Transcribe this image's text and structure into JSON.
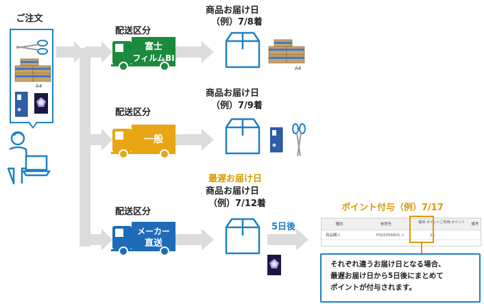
{
  "order": {
    "title": "ご注文",
    "a4_label": "A4"
  },
  "routes": [
    {
      "section_label": "配送区分",
      "truck_line1": "富士",
      "truck_line2": "フィルムBI",
      "color": "#1a8a3c",
      "delivery_title": "商品お届け日",
      "delivery_example": "（例）7/8着",
      "item_label": "A4"
    },
    {
      "section_label": "配送区分",
      "truck_line1": "一般",
      "truck_line2": "",
      "color": "#e8a514",
      "delivery_title": "商品お届け日",
      "delivery_example": "（例）7/9着"
    },
    {
      "section_label": "配送区分",
      "truck_line1": "メーカー",
      "truck_line2": "直送",
      "color": "#1e6bb8",
      "latest_label": "最遅お届け日",
      "delivery_title": "商品お届け日",
      "delivery_example": "（例）7/12着"
    }
  ],
  "after_days": "5日後",
  "points": {
    "title": "ポイント付与（例）7/17",
    "table_headers": [
      "種別",
      "参照先",
      "獲得\nポイント",
      "ご利用\nポイント",
      "備考"
    ],
    "table_row": [
      "商品購入",
      "F002056801 >",
      "23",
      "",
      ""
    ]
  },
  "callout": {
    "line1": "それぞれ違うお届け日となる場合、",
    "line2": "最遅お届け日から5日後にまとめて",
    "line3": "ポイントが付与されます。"
  },
  "colors": {
    "accent_blue": "#1e7fc2",
    "arrow_gray": "#d9d9d9",
    "highlight_orange": "#d99a00"
  }
}
